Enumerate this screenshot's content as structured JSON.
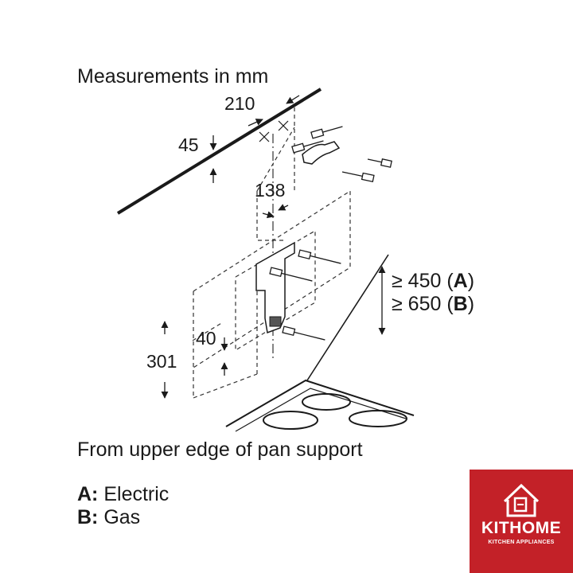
{
  "title": "Measurements in mm",
  "subtitle": "From upper edge of pan support",
  "dimensions": {
    "spacing_210": "210",
    "offset_45": "45",
    "offset_138": "138",
    "offset_40": "40",
    "height_301": "301"
  },
  "clearance": {
    "electric": {
      "prefix": "≥ 450 (",
      "key": "A",
      "suffix": ")"
    },
    "gas": {
      "prefix": "≥ 650 (",
      "key": "B",
      "suffix": ")"
    }
  },
  "legend": [
    {
      "key": "A:",
      "label": " Electric"
    },
    {
      "key": "B:",
      "label": " Gas"
    }
  ],
  "logo": {
    "name": "KITHOME",
    "tagline": "KITCHEN APPLIANCES",
    "background": "#c32128",
    "icon": "house-icon"
  }
}
